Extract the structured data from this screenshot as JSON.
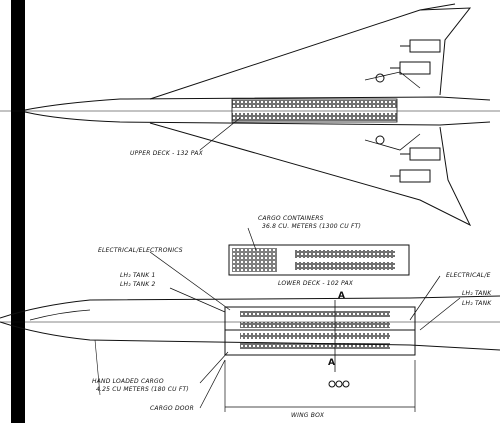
{
  "labels": {
    "upper_deck": "UPPER DECK - 132 PAX",
    "cargo_containers_1": "CARGO CONTAINERS",
    "cargo_containers_2": "36.8 CU. METERS (1300 CU FT)",
    "electrical": "ELECTRICAL/ELECTRONICS",
    "lower_deck": "LOWER DECK - 102 PAX",
    "lh2_tank1": "LH₂ TANK 1",
    "lh2_tank2": "LH₂ TANK 2",
    "electrical_right": "ELECTRICAL/E",
    "lh2_tank_r1": "LH₂ TANK",
    "lh2_tank_r2": "LH₂ TANK",
    "section_marker_top": "A",
    "section_marker_bottom": "A",
    "hand_loaded_1": "HAND LOADED CARGO",
    "hand_loaded_2": "4.25 CU METERS (180 CU FT)",
    "cargo_door": "CARGO DOOR",
    "wing_box": "WING BOX"
  }
}
